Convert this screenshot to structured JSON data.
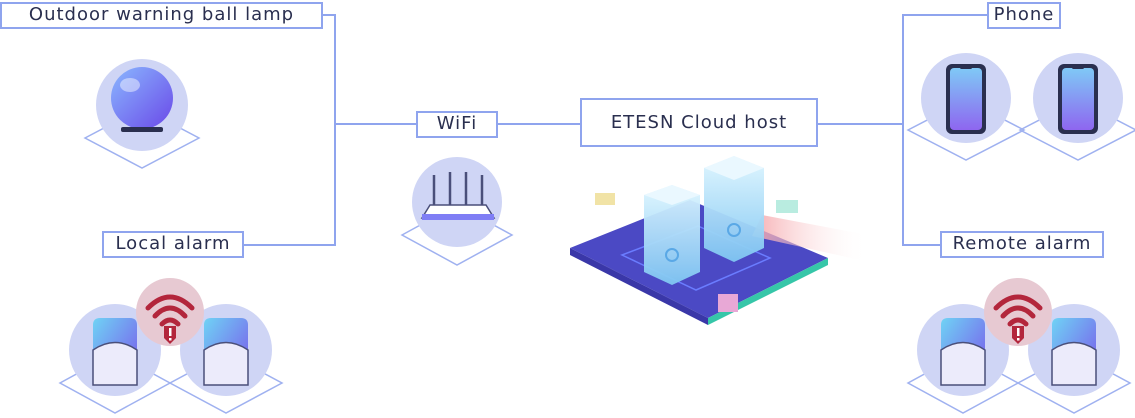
{
  "labels": {
    "outdoor_lamp": "Outdoor warning ball lamp",
    "local_alarm": "Local alarm",
    "wifi": "WiFi",
    "cloud_host": "ETESN Cloud host",
    "phone": "Phone",
    "remote_alarm": "Remote alarm"
  },
  "icons": {
    "lamp": "ball-lamp-icon",
    "router": "wifi-router-icon",
    "server": "cloud-server-icon",
    "phone": "smartphone-icon",
    "alarm": "alarm-device-icon",
    "warning": "wifi-warning-icon"
  },
  "colors": {
    "line": "#8fa4ee",
    "circle": "#cfd5f5",
    "accent": "#7f7ef5",
    "warning": "#b3263c"
  }
}
